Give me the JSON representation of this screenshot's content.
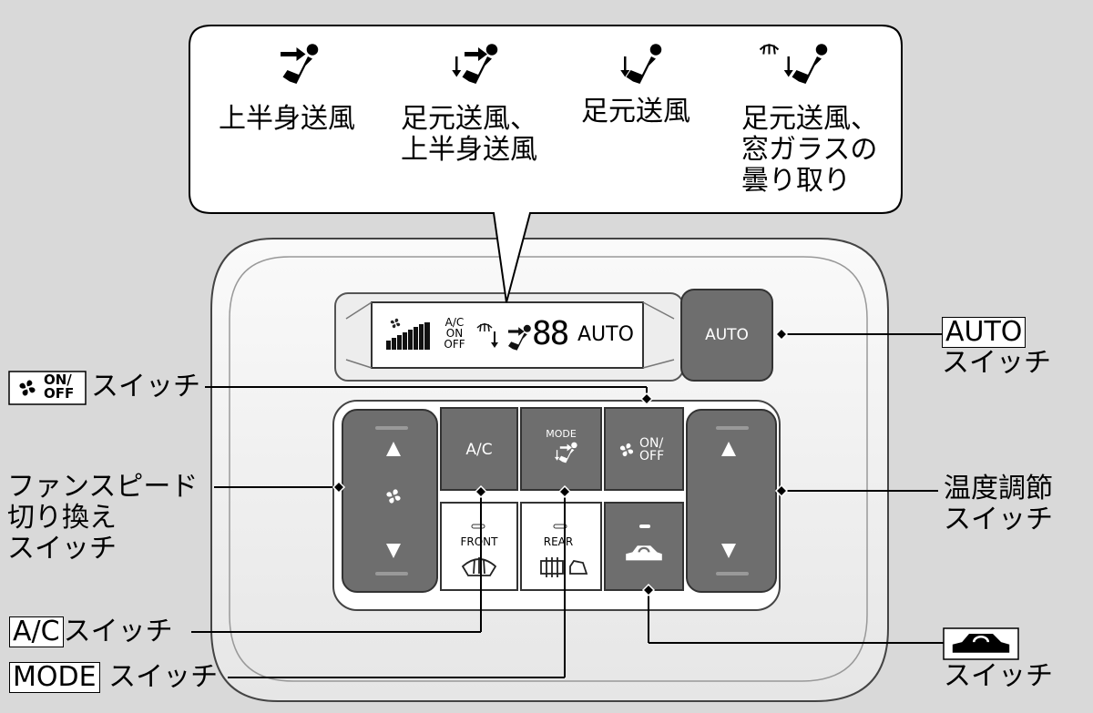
{
  "callout": {
    "modes": [
      {
        "icon": "upper-body-airflow-icon",
        "label_lines": [
          "上半身送風"
        ]
      },
      {
        "icon": "floor-and-upper-body-airflow-icon",
        "label_lines": [
          "足元送風、",
          "上半身送風"
        ]
      },
      {
        "icon": "floor-airflow-icon",
        "label_lines": [
          "足元送風"
        ]
      },
      {
        "icon": "floor-and-defrost-airflow-icon",
        "label_lines": [
          "足元送風、",
          "窓ガラスの",
          "曇り取り"
        ]
      }
    ]
  },
  "display": {
    "ac": "A/C",
    "on": "ON",
    "off": "OFF",
    "temp": "88",
    "auto": "AUTO"
  },
  "panel": {
    "auto_button": "AUTO",
    "ac_button": "A/C",
    "mode_button": "MODE",
    "fan_on": "ON/",
    "fan_off": "OFF",
    "front_defrost": "FRONT",
    "rear_defrost": "REAR"
  },
  "labels": {
    "fan_onoff_box_on": "ON/",
    "fan_onoff_box_off": "OFF",
    "switch": "スイッチ",
    "fan_speed": [
      "ファンスピード",
      "切り換え",
      "スイッチ"
    ],
    "ac_box": "A/C",
    "mode_box": "MODE",
    "auto_box": "AUTO",
    "temp": [
      "温度調節",
      "スイッチ"
    ]
  },
  "colors": {
    "button_gray": "#6e6e6e",
    "housing": "#f2f2f2",
    "background": "#d9d9d9"
  }
}
